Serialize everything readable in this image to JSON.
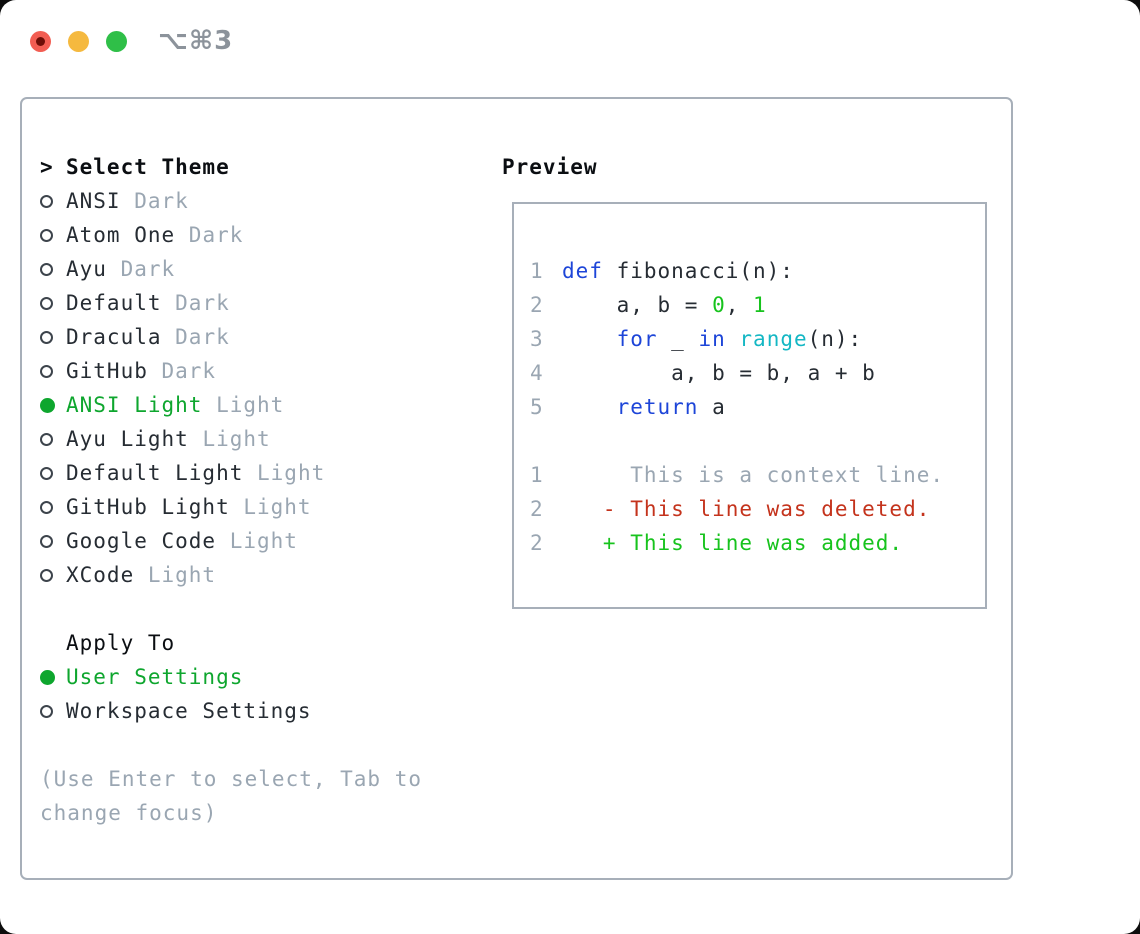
{
  "window": {
    "title": "⌥⌘3",
    "traffic_lights": [
      "close-button",
      "minimize-button",
      "zoom-button"
    ]
  },
  "colors": {
    "selected_green": "#0ea62e",
    "added_green": "#17c31d",
    "deleted_red": "#c4331c",
    "keyword_blue": "#1d45d8",
    "builtin_cyan": "#14b7c4",
    "muted_gray": "#9aa6b2",
    "text_dark": "#262c33",
    "panel_border": "#a7afb9"
  },
  "theme_panel": {
    "heading": "Select Theme",
    "cursor": ">",
    "themes": [
      {
        "name": "ANSI",
        "variant": "Dark",
        "selected": false
      },
      {
        "name": "Atom One",
        "variant": "Dark",
        "selected": false
      },
      {
        "name": "Ayu",
        "variant": "Dark",
        "selected": false
      },
      {
        "name": "Default",
        "variant": "Dark",
        "selected": false
      },
      {
        "name": "Dracula",
        "variant": "Dark",
        "selected": false
      },
      {
        "name": "GitHub",
        "variant": "Dark",
        "selected": false
      },
      {
        "name": "ANSI Light",
        "variant": "Light",
        "selected": true
      },
      {
        "name": "Ayu Light",
        "variant": "Light",
        "selected": false
      },
      {
        "name": "Default Light",
        "variant": "Light",
        "selected": false
      },
      {
        "name": "GitHub Light",
        "variant": "Light",
        "selected": false
      },
      {
        "name": "Google Code",
        "variant": "Light",
        "selected": false
      },
      {
        "name": "XCode",
        "variant": "Light",
        "selected": false
      }
    ],
    "apply_to": {
      "heading": "Apply To",
      "options": [
        {
          "label": "User Settings",
          "selected": true
        },
        {
          "label": "Workspace Settings",
          "selected": false
        }
      ]
    },
    "hint_lines": [
      "(Use Enter to select, Tab to",
      "change focus)"
    ]
  },
  "preview": {
    "heading": "Preview",
    "code_lines": [
      {
        "number": "1",
        "segments": [
          {
            "text": "def",
            "color": "blue"
          },
          {
            "text": " fibonacci(n):",
            "color": "fg"
          }
        ]
      },
      {
        "number": "2",
        "segments": [
          {
            "text": "    a, b = ",
            "color": "fg"
          },
          {
            "text": "0",
            "color": "green"
          },
          {
            "text": ", ",
            "color": "fg"
          },
          {
            "text": "1",
            "color": "green"
          }
        ]
      },
      {
        "number": "3",
        "segments": [
          {
            "text": "    ",
            "color": "fg"
          },
          {
            "text": "for",
            "color": "blue"
          },
          {
            "text": " _ ",
            "color": "fg"
          },
          {
            "text": "in",
            "color": "blue"
          },
          {
            "text": " ",
            "color": "fg"
          },
          {
            "text": "range",
            "color": "cyan"
          },
          {
            "text": "(n):",
            "color": "fg"
          }
        ]
      },
      {
        "number": "4",
        "segments": [
          {
            "text": "        a, b = b, a + b",
            "color": "fg"
          }
        ]
      },
      {
        "number": "5",
        "segments": [
          {
            "text": "    ",
            "color": "fg"
          },
          {
            "text": "return",
            "color": "blue"
          },
          {
            "text": " a",
            "color": "fg"
          }
        ]
      },
      {
        "number": "",
        "segments": []
      },
      {
        "number": "1",
        "segments": [
          {
            "text": "     This is a context line.",
            "color": "muted"
          }
        ]
      },
      {
        "number": "2",
        "segments": [
          {
            "text": "   - This line was deleted.",
            "color": "red"
          }
        ]
      },
      {
        "number": "2",
        "segments": [
          {
            "text": "   + This line was added.",
            "color": "green"
          }
        ]
      }
    ]
  }
}
